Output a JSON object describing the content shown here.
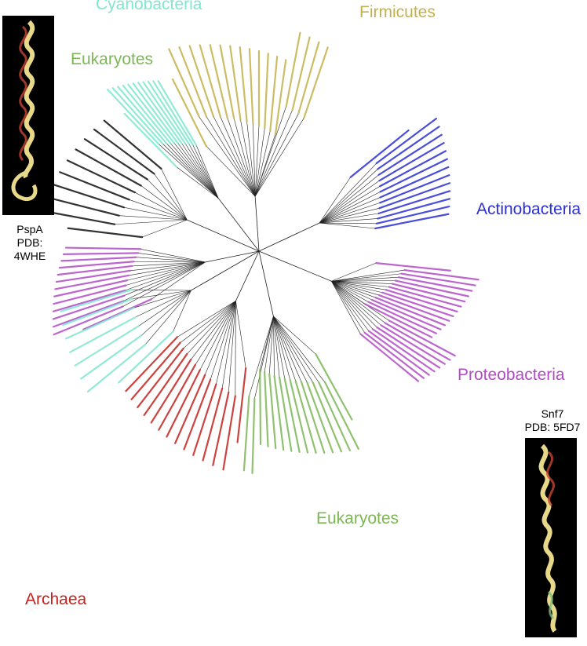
{
  "colors": {
    "cyanobacteria": "#7fe6cf",
    "firmicutes": "#c4b14a",
    "eukaryotes": "#7db755",
    "actinobacteria": "#2b2fd6",
    "proteobacteria": "#b24bc6",
    "archaea": "#c4221d",
    "other": "#111111",
    "panel_bg": "#000000"
  },
  "clade_labels": {
    "cyanobacteria": "Cyanobacteria",
    "firmicutes": "Firmicutes",
    "eukaryotes_top": "Eukaryotes",
    "actinobacteria": "Actinobacteria",
    "proteobacteria": "Proteobacteria",
    "eukaryotes_bottom": "Eukaryotes",
    "archaea": "Archaea"
  },
  "structures": {
    "pspa": {
      "name": "PspA",
      "pdb": "PDB: 4WHE"
    },
    "snf7": {
      "name": "Snf7",
      "pdb": "PDB: 5FD7"
    }
  },
  "tree": {
    "root_label": "",
    "groups": [
      {
        "clade": "firmicutes",
        "count": 18
      },
      {
        "clade": "cyanobacteria",
        "count": 12
      },
      {
        "clade": "other",
        "count": 10
      },
      {
        "clade": "proteobacteria",
        "count": 14
      },
      {
        "clade": "actinobacteria",
        "count": 14
      },
      {
        "clade": "proteobacteria",
        "count": 22
      },
      {
        "clade": "archaea",
        "count": 14
      },
      {
        "clade": "eukaryotes",
        "count": 16
      },
      {
        "clade": "cyanobacteria",
        "count": 8
      }
    ]
  }
}
